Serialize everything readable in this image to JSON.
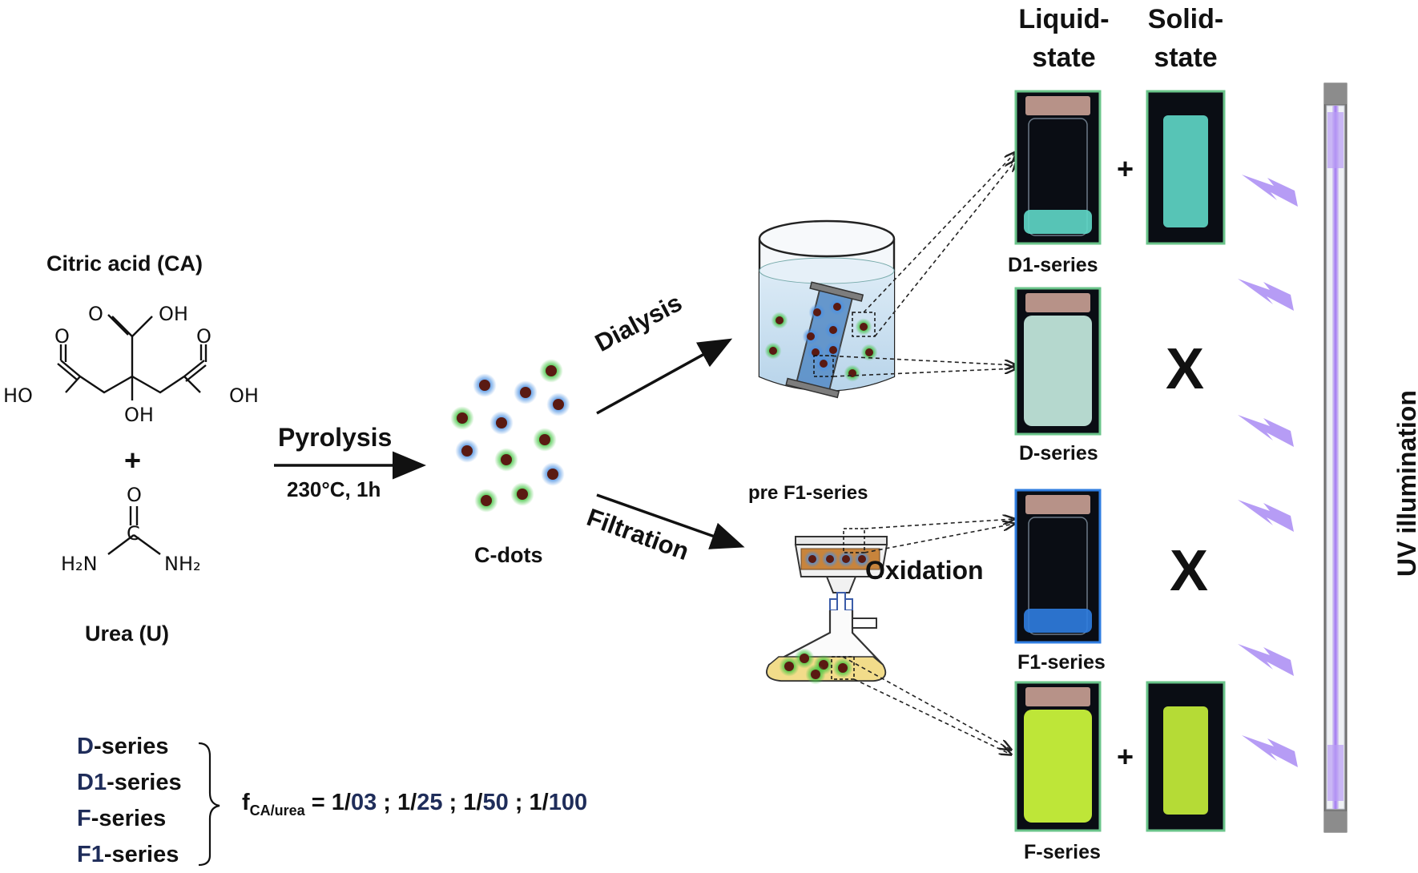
{
  "reactants": {
    "citric_acid": {
      "name": "Citric acid (CA)",
      "atoms": {
        "oh_top": "OH",
        "o_top": "O",
        "o_left": "O",
        "o_right": "O",
        "ho_left": "HO",
        "oh_right": "OH",
        "oh_bottom": "OH"
      }
    },
    "plus": "+",
    "urea": {
      "name": "Urea (U)",
      "atoms": {
        "o": "O",
        "c": "C",
        "n_left": "H₂N",
        "n_right": "NH₂"
      }
    }
  },
  "step_pyrolysis": {
    "label": "Pyrolysis",
    "condition": "230°C, 1h"
  },
  "cdots_label": "C-dots",
  "branches": {
    "dialysis": "Dialysis",
    "filtration": "Filtration",
    "pre_f1": "pre F1-series",
    "oxidation": "Oxidation"
  },
  "columns": {
    "liquid": [
      "Liquid-",
      "state"
    ],
    "solid": [
      "Solid-",
      "state"
    ]
  },
  "samples": [
    {
      "series": "D1-series",
      "solid_mark": "+",
      "glow": "#5fd8c8"
    },
    {
      "series": "D-series",
      "solid_mark": "X",
      "glow": "#bfe4d8"
    },
    {
      "series": "F1-series",
      "solid_mark": "X",
      "glow": "#2f7de0"
    },
    {
      "series": "F-series",
      "solid_mark": "+",
      "glow": "#c8f23a"
    }
  ],
  "uv_label": "UV illumination",
  "ratio": {
    "series_list": [
      {
        "prefix": "D",
        "suffix": "-series"
      },
      {
        "prefix": "D1",
        "suffix": "-series"
      },
      {
        "prefix": "F",
        "suffix": "-series"
      },
      {
        "prefix": "F1",
        "suffix": "-series"
      }
    ],
    "f_symbol": "f",
    "f_subscript": "CA/urea",
    "equals": "=",
    "values": [
      {
        "num": "1/",
        "den": "03"
      },
      {
        "num": "1/",
        "den": "25"
      },
      {
        "num": "1/",
        "den": "50"
      },
      {
        "num": "1/",
        "den": "100"
      }
    ],
    "separator": ";"
  },
  "colors": {
    "navy": "#1f2d5a",
    "cdot_blue": "#4a90e2",
    "cdot_green": "#3fc43f",
    "uv_violet": "#8a5cf0",
    "water": "#cfe3f2"
  }
}
